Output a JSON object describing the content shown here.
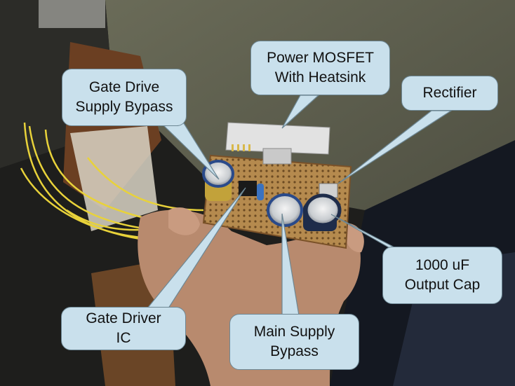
{
  "photo": {
    "subject": "hand-holding-perfboard-circuit",
    "colors": {
      "wall": "#5c5d4c",
      "board": "#b58a4e",
      "skin": "#b88a6e",
      "wire": "#e8d23a",
      "callout_fill": "#c9e0ec",
      "callout_border": "#6d8794"
    }
  },
  "callouts": {
    "gate_drive_supply_bypass": {
      "line1": "Gate Drive",
      "line2": "Supply Bypass"
    },
    "power_mosfet": {
      "line1": "Power MOSFET",
      "line2": "With Heatsink"
    },
    "rectifier": {
      "line1": "Rectifier"
    },
    "output_cap": {
      "line1": "1000 uF",
      "line2": "Output Cap"
    },
    "gate_driver_ic": {
      "line1": "Gate Driver",
      "line2": "IC"
    },
    "main_supply_bypass": {
      "line1": "Main Supply",
      "line2": "Bypass"
    }
  }
}
